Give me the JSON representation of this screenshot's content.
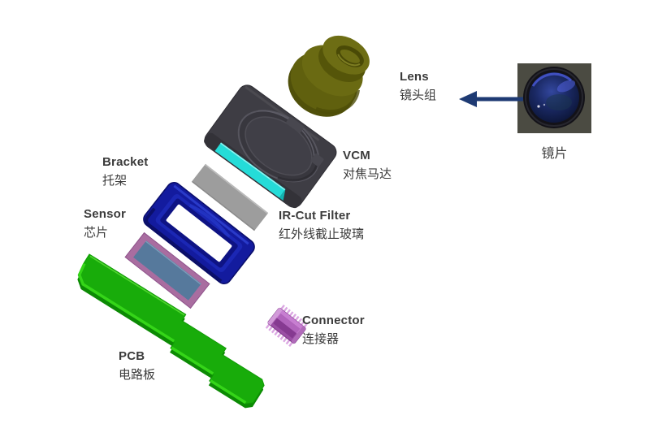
{
  "diagram": {
    "description": "Camera module exploded view",
    "labels": {
      "lens": {
        "en": "Lens",
        "zh": "镜头组"
      },
      "vcm": {
        "en": "VCM",
        "zh": "对焦马达"
      },
      "bracket": {
        "en": "Bracket",
        "zh": "托架"
      },
      "ircut": {
        "en": "IR-Cut Filter",
        "zh": "红外线截止玻璃"
      },
      "sensor": {
        "en": "Sensor",
        "zh": "芯片"
      },
      "connector": {
        "en": "Connector",
        "zh": "连接器"
      },
      "pcb": {
        "en": "PCB",
        "zh": "电路板"
      }
    },
    "photo_caption": "镜片",
    "icons": {
      "lens_pointer": "left-arrow"
    },
    "colors": {
      "arrow": "#1e3a73",
      "lens_barrel": "#60600e",
      "vcm_housing": "#3e3d44",
      "vcm_strip": "#25dcd8",
      "bracket_plate": "#9d9d9d",
      "sensor_holder": "#131b9e",
      "sensor_chip_border": "#a96da0",
      "sensor_chip_area": "#56799c",
      "pcb_board": "#18ac0a",
      "pcb_edge": "#35d518",
      "connector_body": "#9b4fa5",
      "text": "#3b3b3b"
    }
  }
}
